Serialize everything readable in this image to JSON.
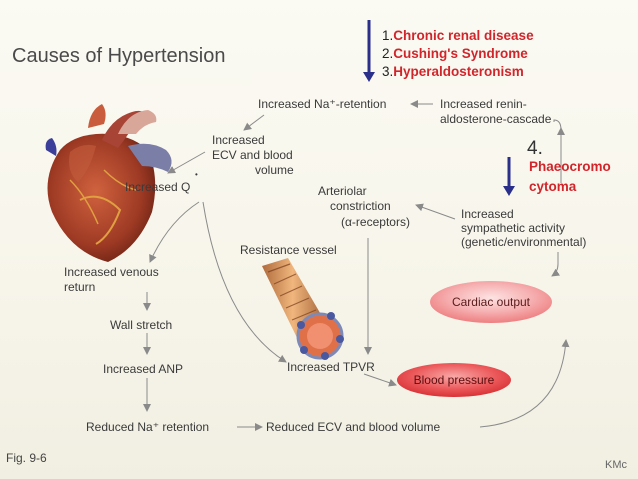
{
  "title": "Causes of Hypertension",
  "causes": [
    {
      "num": "1.",
      "label": "Chronic renal disease"
    },
    {
      "num": "2.",
      "label": "Cushing's Syndrome"
    },
    {
      "num": "3.",
      "label": "Hyperaldosteronism"
    }
  ],
  "cause4": {
    "num": "4.",
    "line1": "Phaeocromo",
    "line2": "cytoma"
  },
  "nodes": {
    "na_retention": "Increased Na⁺-retention",
    "renin_1": "Increased  renin-",
    "renin_2": "aldosterone-cascade",
    "ecv_1": "Increased",
    "ecv_2": "ECV and blood",
    "ecv_3": "volume",
    "increased_q": "Increased Q",
    "q_dot": "•",
    "arteriolar_1": "Arteriolar",
    "arteriolar_2": "constriction",
    "arteriolar_3": "(α-receptors)",
    "symp_1": "Increased",
    "symp_2": "sympathetic activity",
    "symp_3": "(genetic/environmental)",
    "resistance_vessel": "Resistance vessel",
    "venous_1": "Increased venous",
    "venous_2": "return",
    "wall_stretch": "Wall stretch",
    "anp": "Increased ANP",
    "reduced_na": "Reduced Na⁺ retention",
    "reduced_ecv": "Reduced ECV and blood volume",
    "tpvr": "Increased TPVR",
    "cardiac_output": "Cardiac output",
    "blood_pressure": "Blood pressure"
  },
  "figure_label": "Fig. 9-6",
  "author": "KMc",
  "colors": {
    "cause_red": "#d0262b",
    "arrow_blue": "#2a2f8a",
    "flow_arrow": "#9a9a9a",
    "pill_red": "#e8474b"
  }
}
